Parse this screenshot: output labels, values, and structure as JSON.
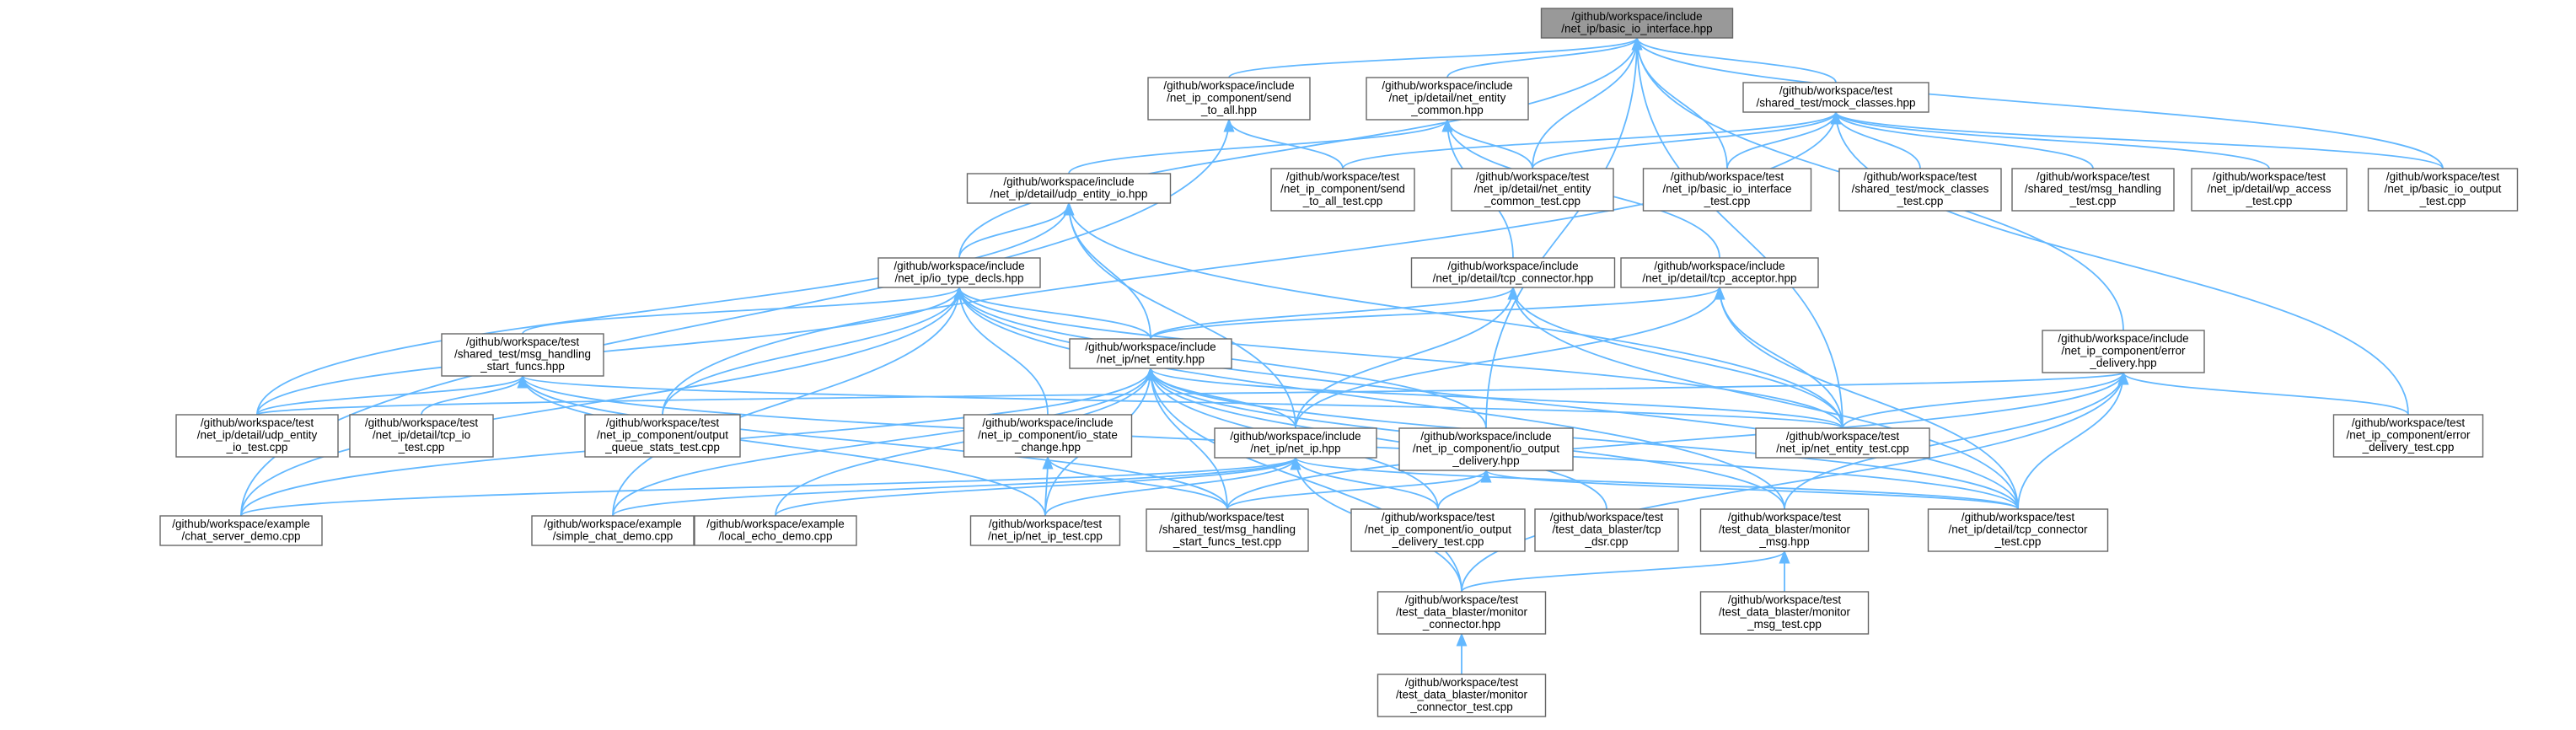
{
  "graph": {
    "title": "",
    "edge_color": "#63b8ff",
    "root_fill": "#999999",
    "node_fill": "#ffffff",
    "node_border": "#666666",
    "nodes": [
      {
        "id": "basic_io_interface_hpp",
        "lines": [
          "/github/workspace/include",
          "/net_ip/basic_io_interface.hpp"
        ],
        "root": true
      },
      {
        "id": "send_to_all_hpp",
        "lines": [
          "/github/workspace/include",
          "/net_ip_component/send",
          "_to_all.hpp"
        ]
      },
      {
        "id": "net_entity_common_hpp",
        "lines": [
          "/github/workspace/include",
          "/net_ip/detail/net_entity",
          "_common.hpp"
        ]
      },
      {
        "id": "mock_classes_hpp",
        "lines": [
          "/github/workspace/test",
          "/shared_test/mock_classes.hpp"
        ]
      },
      {
        "id": "udp_entity_io_hpp",
        "lines": [
          "/github/workspace/include",
          "/net_ip/detail/udp_entity_io.hpp"
        ]
      },
      {
        "id": "send_to_all_test_cpp",
        "lines": [
          "/github/workspace/test",
          "/net_ip_component/send",
          "_to_all_test.cpp"
        ]
      },
      {
        "id": "net_entity_common_test_cpp",
        "lines": [
          "/github/workspace/test",
          "/net_ip/detail/net_entity",
          "_common_test.cpp"
        ]
      },
      {
        "id": "basic_io_interface_test_cpp",
        "lines": [
          "/github/workspace/test",
          "/net_ip/basic_io_interface",
          "_test.cpp"
        ]
      },
      {
        "id": "mock_classes_test_cpp",
        "lines": [
          "/github/workspace/test",
          "/shared_test/mock_classes",
          "_test.cpp"
        ]
      },
      {
        "id": "msg_handling_test_cpp",
        "lines": [
          "/github/workspace/test",
          "/shared_test/msg_handling",
          "_test.cpp"
        ]
      },
      {
        "id": "wp_access_test_cpp",
        "lines": [
          "/github/workspace/test",
          "/net_ip/detail/wp_access",
          "_test.cpp"
        ]
      },
      {
        "id": "basic_io_output_test_cpp",
        "lines": [
          "/github/workspace/test",
          "/net_ip/basic_io_output",
          "_test.cpp"
        ]
      },
      {
        "id": "io_type_decls_hpp",
        "lines": [
          "/github/workspace/include",
          "/net_ip/io_type_decls.hpp"
        ]
      },
      {
        "id": "tcp_connector_hpp",
        "lines": [
          "/github/workspace/include",
          "/net_ip/detail/tcp_connector.hpp"
        ]
      },
      {
        "id": "tcp_acceptor_hpp",
        "lines": [
          "/github/workspace/include",
          "/net_ip/detail/tcp_acceptor.hpp"
        ]
      },
      {
        "id": "msg_handling_start_funcs_hpp",
        "lines": [
          "/github/workspace/test",
          "/shared_test/msg_handling",
          "_start_funcs.hpp"
        ]
      },
      {
        "id": "net_entity_hpp",
        "lines": [
          "/github/workspace/include",
          "/net_ip/net_entity.hpp"
        ]
      },
      {
        "id": "error_delivery_hpp",
        "lines": [
          "/github/workspace/include",
          "/net_ip_component/error",
          "_delivery.hpp"
        ]
      },
      {
        "id": "udp_entity_io_test_cpp",
        "lines": [
          "/github/workspace/test",
          "/net_ip/detail/udp_entity",
          "_io_test.cpp"
        ]
      },
      {
        "id": "tcp_io_test_cpp",
        "lines": [
          "/github/workspace/test",
          "/net_ip/detail/tcp_io",
          "_test.cpp"
        ]
      },
      {
        "id": "output_queue_stats_test_cpp",
        "lines": [
          "/github/workspace/test",
          "/net_ip_component/output",
          "_queue_stats_test.cpp"
        ]
      },
      {
        "id": "io_state_change_hpp",
        "lines": [
          "/github/workspace/include",
          "/net_ip_component/io_state",
          "_change.hpp"
        ]
      },
      {
        "id": "net_ip_hpp",
        "lines": [
          "/github/workspace/include",
          "/net_ip/net_ip.hpp"
        ]
      },
      {
        "id": "io_output_delivery_hpp",
        "lines": [
          "/github/workspace/include",
          "/net_ip_component/io_output",
          "_delivery.hpp"
        ]
      },
      {
        "id": "net_entity_test_cpp",
        "lines": [
          "/github/workspace/test",
          "/net_ip/net_entity_test.cpp"
        ]
      },
      {
        "id": "error_delivery_test_cpp",
        "lines": [
          "/github/workspace/test",
          "/net_ip_component/error",
          "_delivery_test.cpp"
        ]
      },
      {
        "id": "chat_server_demo_cpp",
        "lines": [
          "/github/workspace/example",
          "/chat_server_demo.cpp"
        ]
      },
      {
        "id": "simple_chat_demo_cpp",
        "lines": [
          "/github/workspace/example",
          "/simple_chat_demo.cpp"
        ]
      },
      {
        "id": "local_echo_demo_cpp",
        "lines": [
          "/github/workspace/example",
          "/local_echo_demo.cpp"
        ]
      },
      {
        "id": "net_ip_test_cpp",
        "lines": [
          "/github/workspace/test",
          "/net_ip/net_ip_test.cpp"
        ]
      },
      {
        "id": "msg_handling_start_funcs_test_cpp",
        "lines": [
          "/github/workspace/test",
          "/shared_test/msg_handling",
          "_start_funcs_test.cpp"
        ]
      },
      {
        "id": "io_output_delivery_test_cpp",
        "lines": [
          "/github/workspace/test",
          "/net_ip_component/io_output",
          "_delivery_test.cpp"
        ]
      },
      {
        "id": "tcp_dsr_cpp",
        "lines": [
          "/github/workspace/test",
          "/test_data_blaster/tcp",
          "_dsr.cpp"
        ]
      },
      {
        "id": "monitor_msg_hpp",
        "lines": [
          "/github/workspace/test",
          "/test_data_blaster/monitor",
          "_msg.hpp"
        ]
      },
      {
        "id": "tcp_connector_test_cpp",
        "lines": [
          "/github/workspace/test",
          "/net_ip/detail/tcp_connector",
          "_test.cpp"
        ]
      },
      {
        "id": "monitor_connector_hpp",
        "lines": [
          "/github/workspace/test",
          "/test_data_blaster/monitor",
          "_connector.hpp"
        ]
      },
      {
        "id": "monitor_msg_test_cpp",
        "lines": [
          "/github/workspace/test",
          "/test_data_blaster/monitor",
          "_msg_test.cpp"
        ]
      },
      {
        "id": "monitor_connector_test_cpp",
        "lines": [
          "/github/workspace/test",
          "/test_data_blaster/monitor",
          "_connector_test.cpp"
        ]
      }
    ],
    "edges": [
      [
        "send_to_all_hpp",
        "basic_io_interface_hpp"
      ],
      [
        "net_entity_common_hpp",
        "basic_io_interface_hpp"
      ],
      [
        "mock_classes_hpp",
        "basic_io_interface_hpp"
      ],
      [
        "net_entity_common_test_cpp",
        "basic_io_interface_hpp"
      ],
      [
        "basic_io_interface_test_cpp",
        "basic_io_interface_hpp"
      ],
      [
        "basic_io_output_test_cpp",
        "basic_io_interface_hpp"
      ],
      [
        "io_type_decls_hpp",
        "basic_io_interface_hpp"
      ],
      [
        "io_output_delivery_hpp",
        "basic_io_interface_hpp"
      ],
      [
        "error_delivery_hpp",
        "basic_io_interface_hpp"
      ],
      [
        "net_entity_test_cpp",
        "basic_io_interface_hpp"
      ],
      [
        "send_to_all_test_cpp",
        "send_to_all_hpp"
      ],
      [
        "chat_server_demo_cpp",
        "send_to_all_hpp"
      ],
      [
        "udp_entity_io_hpp",
        "net_entity_common_hpp"
      ],
      [
        "tcp_connector_hpp",
        "net_entity_common_hpp"
      ],
      [
        "tcp_acceptor_hpp",
        "net_entity_common_hpp"
      ],
      [
        "net_entity_common_test_cpp",
        "net_entity_common_hpp"
      ],
      [
        "send_to_all_test_cpp",
        "mock_classes_hpp"
      ],
      [
        "net_entity_common_test_cpp",
        "mock_classes_hpp"
      ],
      [
        "basic_io_interface_test_cpp",
        "mock_classes_hpp"
      ],
      [
        "mock_classes_test_cpp",
        "mock_classes_hpp"
      ],
      [
        "msg_handling_test_cpp",
        "mock_classes_hpp"
      ],
      [
        "wp_access_test_cpp",
        "mock_classes_hpp"
      ],
      [
        "basic_io_output_test_cpp",
        "mock_classes_hpp"
      ],
      [
        "output_queue_stats_test_cpp",
        "mock_classes_hpp"
      ],
      [
        "error_delivery_test_cpp",
        "mock_classes_hpp"
      ],
      [
        "io_type_decls_hpp",
        "udp_entity_io_hpp"
      ],
      [
        "net_entity_hpp",
        "udp_entity_io_hpp"
      ],
      [
        "udp_entity_io_test_cpp",
        "udp_entity_io_hpp"
      ],
      [
        "net_ip_hpp",
        "udp_entity_io_hpp"
      ],
      [
        "net_entity_test_cpp",
        "udp_entity_io_hpp"
      ],
      [
        "msg_handling_start_funcs_hpp",
        "io_type_decls_hpp"
      ],
      [
        "net_entity_hpp",
        "io_type_decls_hpp"
      ],
      [
        "udp_entity_io_test_cpp",
        "io_type_decls_hpp"
      ],
      [
        "output_queue_stats_test_cpp",
        "io_type_decls_hpp"
      ],
      [
        "io_state_change_hpp",
        "io_type_decls_hpp"
      ],
      [
        "io_output_delivery_hpp",
        "io_type_decls_hpp"
      ],
      [
        "chat_server_demo_cpp",
        "io_type_decls_hpp"
      ],
      [
        "simple_chat_demo_cpp",
        "io_type_decls_hpp"
      ],
      [
        "net_entity_test_cpp",
        "io_type_decls_hpp"
      ],
      [
        "monitor_msg_hpp",
        "io_type_decls_hpp"
      ],
      [
        "tcp_connector_test_cpp",
        "io_type_decls_hpp"
      ],
      [
        "net_entity_hpp",
        "tcp_connector_hpp"
      ],
      [
        "net_ip_hpp",
        "tcp_connector_hpp"
      ],
      [
        "net_entity_test_cpp",
        "tcp_connector_hpp"
      ],
      [
        "tcp_connector_test_cpp",
        "tcp_connector_hpp"
      ],
      [
        "net_entity_hpp",
        "tcp_acceptor_hpp"
      ],
      [
        "net_ip_hpp",
        "tcp_acceptor_hpp"
      ],
      [
        "net_entity_test_cpp",
        "tcp_acceptor_hpp"
      ],
      [
        "tcp_connector_test_cpp",
        "tcp_acceptor_hpp"
      ],
      [
        "udp_entity_io_test_cpp",
        "msg_handling_start_funcs_hpp"
      ],
      [
        "tcp_io_test_cpp",
        "msg_handling_start_funcs_hpp"
      ],
      [
        "msg_handling_start_funcs_test_cpp",
        "msg_handling_start_funcs_hpp"
      ],
      [
        "net_ip_test_cpp",
        "msg_handling_start_funcs_hpp"
      ],
      [
        "net_entity_test_cpp",
        "msg_handling_start_funcs_hpp"
      ],
      [
        "tcp_connector_test_cpp",
        "msg_handling_start_funcs_hpp"
      ],
      [
        "net_ip_hpp",
        "net_entity_hpp"
      ],
      [
        "net_entity_test_cpp",
        "net_entity_hpp"
      ],
      [
        "chat_server_demo_cpp",
        "net_entity_hpp"
      ],
      [
        "simple_chat_demo_cpp",
        "net_entity_hpp"
      ],
      [
        "local_echo_demo_cpp",
        "net_entity_hpp"
      ],
      [
        "net_ip_test_cpp",
        "net_entity_hpp"
      ],
      [
        "msg_handling_start_funcs_test_cpp",
        "net_entity_hpp"
      ],
      [
        "io_output_delivery_test_cpp",
        "net_entity_hpp"
      ],
      [
        "tcp_dsr_cpp",
        "net_entity_hpp"
      ],
      [
        "monitor_connector_hpp",
        "net_entity_hpp"
      ],
      [
        "monitor_msg_hpp",
        "net_entity_hpp"
      ],
      [
        "tcp_connector_test_cpp",
        "net_entity_hpp"
      ],
      [
        "net_entity_test_cpp",
        "error_delivery_hpp"
      ],
      [
        "error_delivery_test_cpp",
        "error_delivery_hpp"
      ],
      [
        "udp_entity_io_test_cpp",
        "error_delivery_hpp"
      ],
      [
        "monitor_msg_hpp",
        "error_delivery_hpp"
      ],
      [
        "monitor_connector_hpp",
        "error_delivery_hpp"
      ],
      [
        "tcp_connector_test_cpp",
        "error_delivery_hpp"
      ],
      [
        "msg_handling_start_funcs_test_cpp",
        "error_delivery_hpp"
      ],
      [
        "net_ip_test_cpp",
        "io_state_change_hpp"
      ],
      [
        "msg_handling_start_funcs_test_cpp",
        "io_state_change_hpp"
      ],
      [
        "chat_server_demo_cpp",
        "net_ip_hpp"
      ],
      [
        "simple_chat_demo_cpp",
        "net_ip_hpp"
      ],
      [
        "local_echo_demo_cpp",
        "net_ip_hpp"
      ],
      [
        "net_ip_test_cpp",
        "net_ip_hpp"
      ],
      [
        "io_output_delivery_test_cpp",
        "net_ip_hpp"
      ],
      [
        "monitor_connector_hpp",
        "net_ip_hpp"
      ],
      [
        "tcp_connector_test_cpp",
        "net_ip_hpp"
      ],
      [
        "io_output_delivery_test_cpp",
        "io_output_delivery_hpp"
      ],
      [
        "msg_handling_start_funcs_test_cpp",
        "io_output_delivery_hpp"
      ],
      [
        "tcp_connector_test_cpp",
        "io_output_delivery_hpp"
      ],
      [
        "monitor_connector_hpp",
        "monitor_msg_hpp"
      ],
      [
        "monitor_msg_test_cpp",
        "monitor_msg_hpp"
      ],
      [
        "monitor_connector_test_cpp",
        "monitor_connector_hpp"
      ]
    ]
  }
}
